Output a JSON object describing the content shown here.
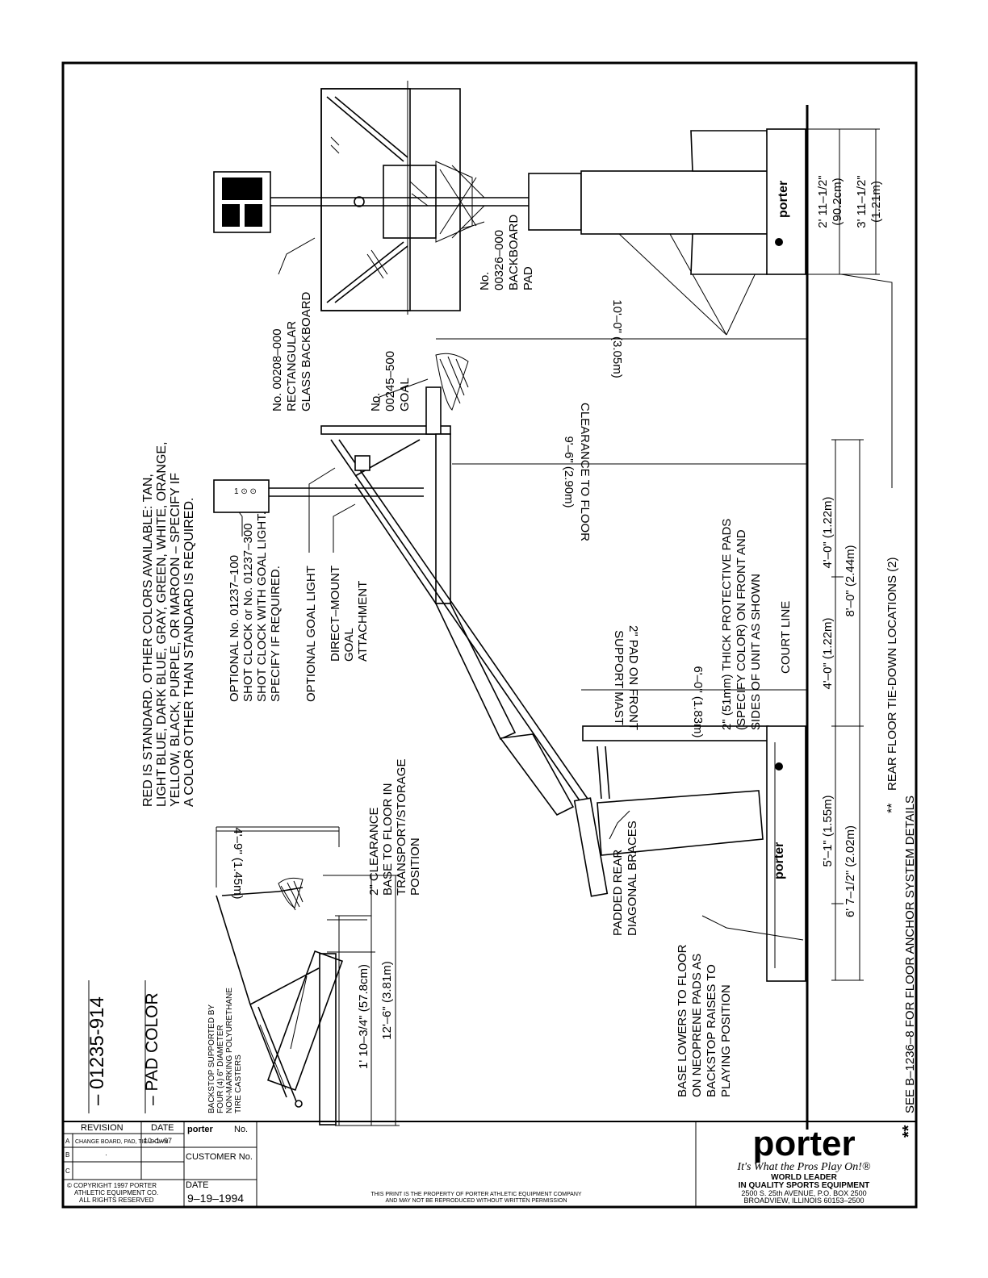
{
  "drawing_number": "– 01235-914",
  "pad_color": {
    "label": "– PAD COLOR",
    "lines": [
      "RED IS STANDARD.  OTHER COLORS AVAILABLE:  TAN,",
      "LIGHT BLUE, DARK BLUE, GRAY, GREEN, WHITE, ORANGE,",
      "YELLOW, BLACK, PURPLE, OR MAROON – SPECIFY IF",
      "A COLOR OTHER THAN STANDARD IS REQUIRED."
    ]
  },
  "annotations": {
    "backstop_casters": [
      "BACKSTOP SUPPORTED BY",
      "FOUR (4) 6\" DIAMETER",
      "NON-MARKING POLYURETHANE",
      "TIRE CASTERS"
    ],
    "shot_clock": [
      "OPTIONAL No. 01237–100",
      "SHOT CLOCK or No. 01237–300",
      "SHOT CLOCK WITH GOAL LIGHT.",
      "SPECIFY IF REQUIRED."
    ],
    "goal_light": "OPTIONAL GOAL LIGHT",
    "direct_mount": [
      "DIRECT–MOUNT",
      "GOAL",
      "ATTACHMENT"
    ],
    "backboard": [
      "No. 00208–000",
      "RECTANGULAR",
      "GLASS BACKBOARD"
    ],
    "goal": [
      "No.",
      "00245–500",
      "GOAL"
    ],
    "backboard_pad": [
      "No.",
      "00326–000",
      "BACKBOARD",
      "PAD"
    ],
    "clearance_transport": [
      "2\" CLEARANCE",
      "BASE TO FLOOR IN",
      "TRANSPORT/STORAGE",
      "POSITION"
    ],
    "padded_rear": [
      "PADDED REAR",
      "DIAGONAL BRACES"
    ],
    "base_lowers": [
      "BASE LOWERS TO FLOOR",
      "ON NEOPRENE PADS AS",
      "BACKSTOP RAISES TO",
      "PLAYING POSITION"
    ],
    "mast_pad": [
      "2\" PAD ON FRONT",
      "SUPPORT MAST"
    ],
    "protective_pads": [
      "2\" (51mm) THICK PROTECTIVE PADS",
      "(SPECIFY COLOR)  ON FRONT AND",
      "SIDES OF UNIT AS SHOWN"
    ],
    "court_line": "COURT LINE",
    "rear_tiedown": "REAR FLOOR TIE-DOWN LOCATIONS (2)",
    "anchor_lines": [
      "SEE B–1236–8 FOR FLOOR ANCHOR SYSTEM DETAILS"
    ],
    "stars": "**"
  },
  "dimensions": {
    "stored_height": "4'–9\"  (1.45m)",
    "stored_base": "1' 10–3/4\"  (57.8cm)",
    "stored_length": "12'–6\"  (3.81m)",
    "rim_height": "10'–0\"  (3.05m)",
    "clearance_floor": [
      "CLEARANCE TO FLOOR",
      "9'–6\"  (2.90m)"
    ],
    "mast_pad_height": "6'–0\"  (1.83m)",
    "dim_5_1": "5'–1\"  (1.55m)",
    "dim_6_7": "6'  7–1/2\"  (2.02m)",
    "dim_4_0_a": "4'–0\"  (1.22m)",
    "dim_4_0_b": "4'–0\"  (1.22m)",
    "dim_8_0": "8'–0\"  (2.44m)",
    "dim_2_11": [
      "2'  11–1/2\"",
      "(90.2cm)"
    ],
    "dim_3_11": [
      "3'  11–1/2\"",
      "(1.21m)"
    ]
  },
  "title_block": {
    "revision_header": "REVISION",
    "date_header": "DATE",
    "revisions": [
      {
        "mark": "A",
        "text": "CHANGE BOARD, PAD, TIE–DOWN",
        "date": "10–1–97"
      },
      {
        "mark": "B",
        "text": "·",
        "date": ""
      },
      {
        "mark": "C",
        "text": "",
        "date": ""
      }
    ],
    "copyright": [
      "© COPYRIGHT 1997 PORTER",
      "ATHLETIC EQUIPMENT CO.",
      "ALL RIGHTS RESERVED"
    ],
    "porter_no_label": "No.",
    "brand_small": "porter",
    "customer_no_label": "CUSTOMER No.",
    "date_label": "DATE",
    "date_value": "9–19–1994",
    "property_notice": [
      "THIS PRINT IS THE PROPERTY OF PORTER ATHLETIC EQUIPMENT COMPANY",
      "AND MAY NOT BE REPRODUCED WITHOUT WRITTEN PERMISSION"
    ],
    "brand": "porter",
    "tagline": "It's What the Pros Play On!®",
    "company_lines": [
      "WORLD LEADER",
      "IN QUALITY SPORTS EQUIPMENT",
      "2500 S. 25th AVENUE, P.O. BOX 2500",
      "BROADVIEW, ILLINOIS  60153–2500"
    ]
  }
}
